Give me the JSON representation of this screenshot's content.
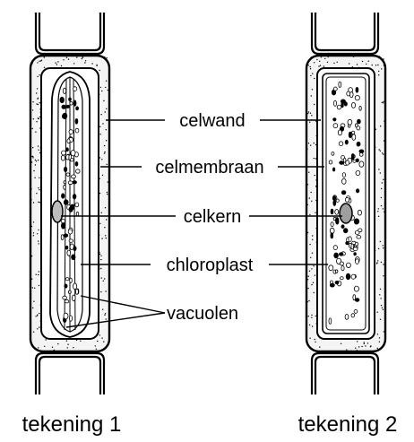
{
  "labels": {
    "celwand": "celwand",
    "celmembraan": "celmembraan",
    "celkern": "celkern",
    "chloroplast": "chloroplast",
    "vacuolen": "vacuolen"
  },
  "captions": {
    "drawing_1": "tekening 1",
    "drawing_2": "tekening 2"
  },
  "colors": {
    "ink": "#000000",
    "paper": "#ffffff"
  }
}
